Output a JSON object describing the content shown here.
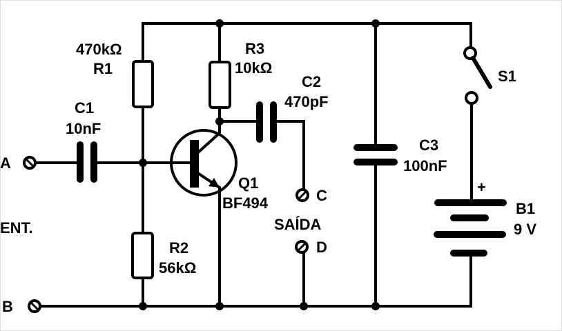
{
  "colors": {
    "ink": "#000000",
    "background": "#ffffff"
  },
  "components": {
    "R1": {
      "ref": "R1",
      "value": "470kΩ"
    },
    "R2": {
      "ref": "R2",
      "value": "56kΩ"
    },
    "R3": {
      "ref": "R3",
      "value": "10kΩ"
    },
    "C1": {
      "ref": "C1",
      "value": "10nF"
    },
    "C2": {
      "ref": "C2",
      "value": "470pF"
    },
    "C3": {
      "ref": "C3",
      "value": "100nF"
    },
    "Q1": {
      "ref": "Q1",
      "value": "BF494"
    },
    "S1": {
      "ref": "S1"
    },
    "B1": {
      "ref": "B1",
      "value": "9 V",
      "polarity": "+"
    }
  },
  "terminals": {
    "A": "A",
    "B": "B",
    "input_label": "ENT.",
    "C": "C",
    "D": "D",
    "output_label": "SAÍDA"
  }
}
